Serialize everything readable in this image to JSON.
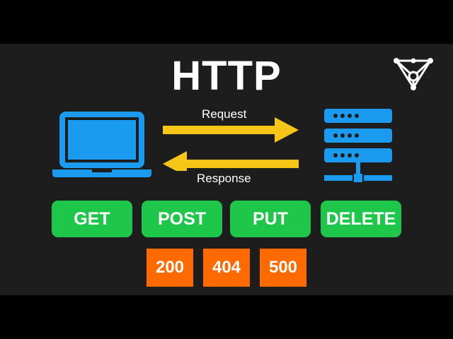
{
  "title": "HTTP",
  "arrows": {
    "request_label": "Request",
    "response_label": "Response"
  },
  "methods": [
    "GET",
    "POST",
    "PUT",
    "DELETE"
  ],
  "status_codes": [
    "200",
    "404",
    "500"
  ],
  "icons": {
    "client": "laptop-icon",
    "server": "server-icon",
    "logo": "network-triangle-logo"
  },
  "colors": {
    "background": "#1d1d1d",
    "client_icon": "#1a9bf0",
    "server_icon": "#1a9bf0",
    "arrow": "#f5c518",
    "method_button": "#1ec64a",
    "status_code": "#ff6a00",
    "text": "#ffffff"
  }
}
